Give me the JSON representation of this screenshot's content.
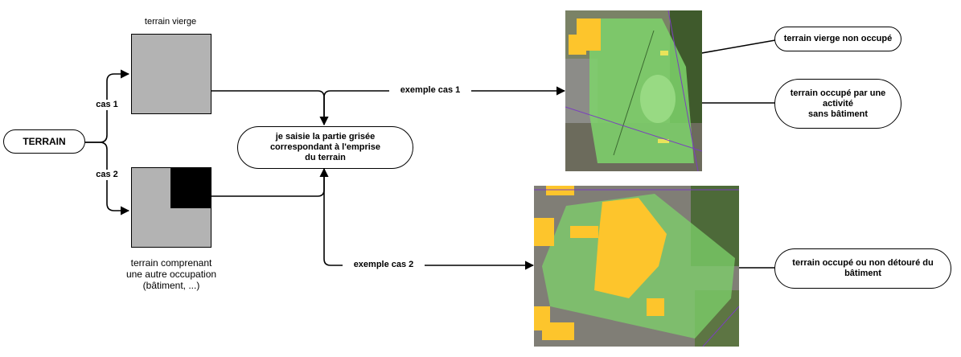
{
  "nodes": {
    "terrain": "TERRAIN",
    "saisie": "je saisie la partie grisée\ncorrespondant à l'emprise\ndu terrain",
    "vierge_non_occupe": "terrain vierge non occupé",
    "occupe_sans_batiment": "terrain occupé par une\nactivité\nsans bâtiment",
    "occupe_non_detoure": "terrain occupé ou non détouré du\nbâtiment"
  },
  "labels": {
    "terrain_vierge": "terrain vierge",
    "terrain_comprenant": "terrain comprenant\nune autre occupation\n(bâtiment, ...)",
    "cas1": "cas 1",
    "cas2": "cas 2",
    "exemple_cas1": "exemple cas 1",
    "exemple_cas2": "exemple cas 2"
  },
  "colors": {
    "gray_square": "#b3b3b3",
    "black_square": "#000000",
    "green_overlay": "#7ed36b",
    "yellow_building": "#fdc52c"
  }
}
